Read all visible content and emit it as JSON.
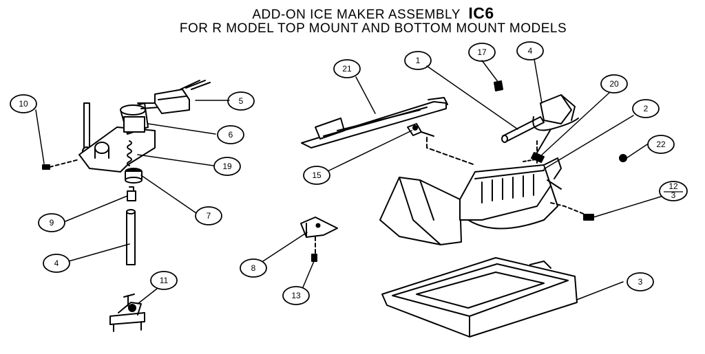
{
  "header": {
    "title_line1": "ADD-ON ICE MAKER ASSEMBLY",
    "model_code": "IC6",
    "title_line2": "FOR R MODEL TOP MOUNT AND BOTTOM MOUNT MODELS"
  },
  "callouts": [
    {
      "id": "c10",
      "label": "10"
    },
    {
      "id": "c5",
      "label": "5"
    },
    {
      "id": "c6",
      "label": "6"
    },
    {
      "id": "c19",
      "label": "19"
    },
    {
      "id": "c7",
      "label": "7"
    },
    {
      "id": "c9",
      "label": "9"
    },
    {
      "id": "c4a",
      "label": "4"
    },
    {
      "id": "c11",
      "label": "11"
    },
    {
      "id": "c21",
      "label": "21"
    },
    {
      "id": "c15",
      "label": "15"
    },
    {
      "id": "c8",
      "label": "8"
    },
    {
      "id": "c13",
      "label": "13"
    },
    {
      "id": "c1",
      "label": "1"
    },
    {
      "id": "c17",
      "label": "17"
    },
    {
      "id": "c4b",
      "label": "4"
    },
    {
      "id": "c20",
      "label": "20"
    },
    {
      "id": "c2",
      "label": "2"
    },
    {
      "id": "c22",
      "label": "22"
    },
    {
      "id": "c12",
      "label": "12"
    },
    {
      "id": "c3b",
      "label": "3"
    },
    {
      "id": "c3",
      "label": "3"
    }
  ]
}
